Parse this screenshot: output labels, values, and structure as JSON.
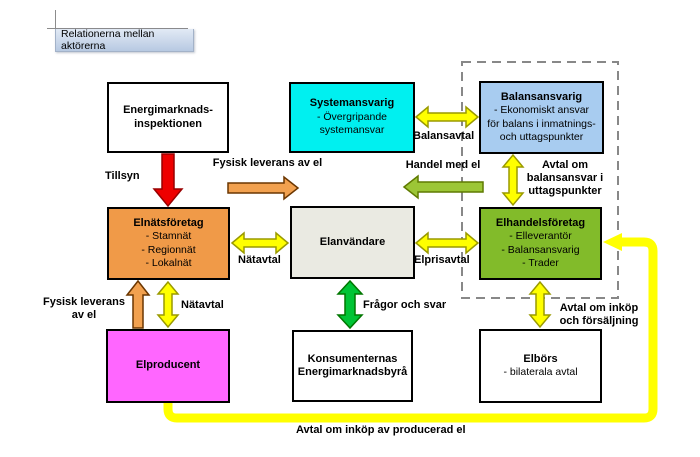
{
  "title_box": {
    "label": "Relationerna mellan aktörerna"
  },
  "boxes": {
    "energimarknadsinspektionen": {
      "lines": [
        "Energimarknads-",
        "inspektionen"
      ],
      "color": "#FFFFFF"
    },
    "systemansvarig": {
      "title": "Systemansvarig",
      "lines": [
        "- Övergripande",
        "systemansvar"
      ],
      "color": "#00F0F0"
    },
    "balansansvarig": {
      "title": "Balansansvarig",
      "lines": [
        "- Ekonomiskt ansvar",
        "för balans i inmatnings-",
        "och uttagspunkter"
      ],
      "color": "#A8CCF0"
    },
    "elnatsforetag": {
      "title": "Elnätsföretag",
      "lines": [
        "- Stamnät",
        "- Regionnät",
        "- Lokalnät"
      ],
      "color": "#F09A48"
    },
    "elanvandare": {
      "title": "Elanvändare",
      "color": "#EAEAE2"
    },
    "elhandelsforetag": {
      "title": "Elhandelsföretag",
      "lines": [
        "- Elleverantör",
        "- Balansansvarig",
        "- Trader"
      ],
      "color": "#82BB2A"
    },
    "elproducent": {
      "title": "Elproducent",
      "color": "#FF66FF"
    },
    "konsumenternas_energimarknadsbyra": {
      "lines": [
        "Konsumenternas",
        "Energimarknadsbyrå"
      ],
      "color": "#FFFFFF"
    },
    "elbors": {
      "title": "Elbörs",
      "lines": [
        "- bilaterala avtal"
      ],
      "color": "#FFFFFF"
    }
  },
  "arrow_labels": {
    "tillsyn": "Tillsyn",
    "fysisk_leverans_el_top": "Fysisk leverans av el",
    "balansavtal": "Balansavtal",
    "handel_med_el": "Handel med el",
    "avtal_balansansvar": [
      "Avtal om",
      "balansansvar i",
      "uttagspunkter"
    ],
    "natavtal_mellan": "Nätavtal",
    "elprisavtal": "Elprisavtal",
    "fysisk_leverans_el_vanster": [
      "Fysisk leverans",
      "av el"
    ],
    "natavtal_nedre": "Nätavtal",
    "fragor_och_svar": "Frågor och svar",
    "avtal_inkop_forsaljning": [
      "Avtal om inköp",
      "och försäljning"
    ],
    "avtal_inkop_producerad_el": "Avtal om inköp av producerad el"
  },
  "colors": {
    "arrow_yellow": "#FFFF00",
    "arrow_yellow_border": "#9A9A00",
    "arrow_red": "#EE0000",
    "arrow_red_border": "#990000",
    "arrow_orange": "#F2A14F",
    "arrow_orange_border": "#6B3600",
    "arrow_green_bright": "#00C435",
    "arrow_green_bright_border": "#007700",
    "arrow_green_olive": "#9CC636",
    "arrow_green_olive_border": "#5F7A00",
    "dashed_group_border": "#888888",
    "wraparound_line": "#FFFF00"
  }
}
